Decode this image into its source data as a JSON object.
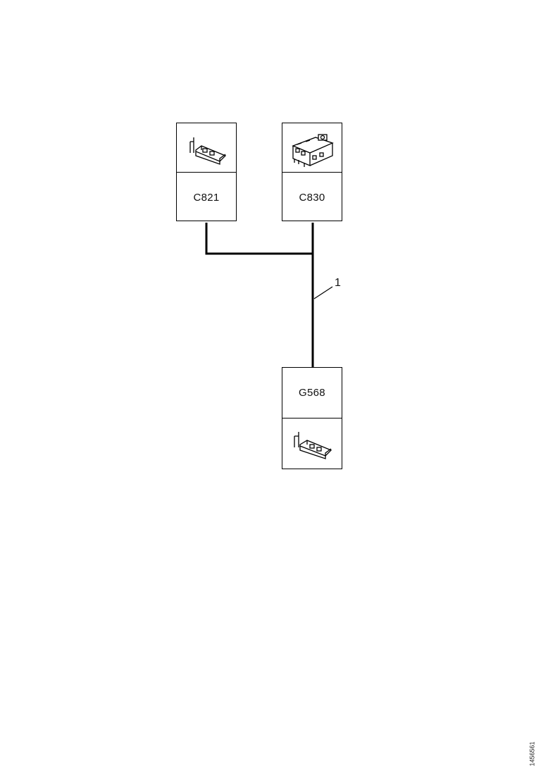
{
  "connectors": [
    {
      "id": "C821",
      "icon": "connector-plug-icon"
    },
    {
      "id": "C830",
      "icon": "connector-block-icon"
    },
    {
      "id": "G568",
      "icon": "connector-plug-icon"
    }
  ],
  "harness_callout": "1",
  "reference_code": "1456561"
}
